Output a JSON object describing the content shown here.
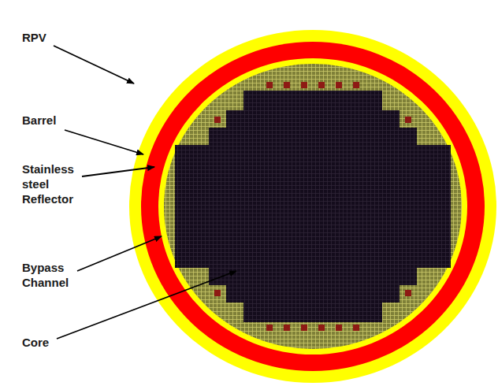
{
  "diagram": {
    "labels": [
      "RPV",
      "Barrel",
      "Stainless steel Reflector",
      "Bypass Channel",
      "Core"
    ]
  }
}
